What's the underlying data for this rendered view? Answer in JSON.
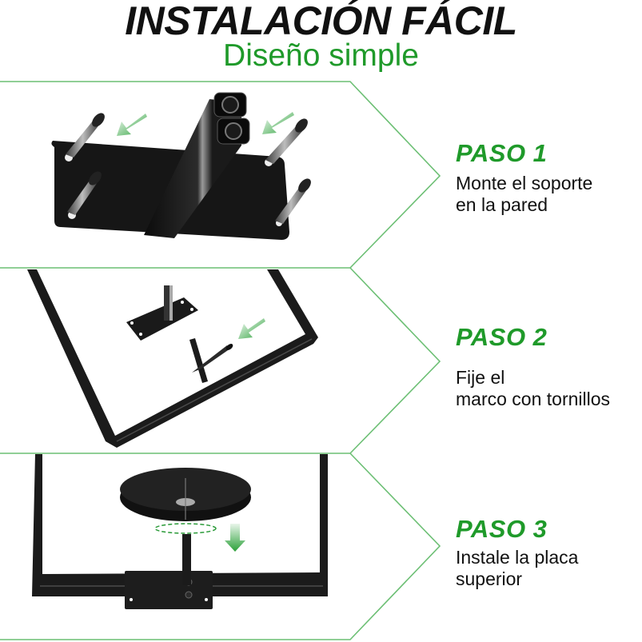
{
  "header": {
    "title": "INSTALACIÓN FÁCIL",
    "subtitle": "Diseño simple"
  },
  "colors": {
    "accent_green": "#1f9a2a",
    "outline_green": "#6cbf74",
    "text_dark": "#111111",
    "metal_black": "#1a1a1a"
  },
  "steps": [
    {
      "title": "PASO 1",
      "desc_line1": "Monte el soporte",
      "desc_line2": "en la pared",
      "illustration": "wall-bracket-with-screws"
    },
    {
      "title": "PASO 2",
      "desc_line1": "Fije el",
      "desc_line2": "marco con tornillos",
      "illustration": "frame-attach-screw"
    },
    {
      "title": "PASO 3",
      "desc_line1": "Instale la placa",
      "desc_line2": "superior",
      "illustration": "top-plate-install"
    }
  ]
}
